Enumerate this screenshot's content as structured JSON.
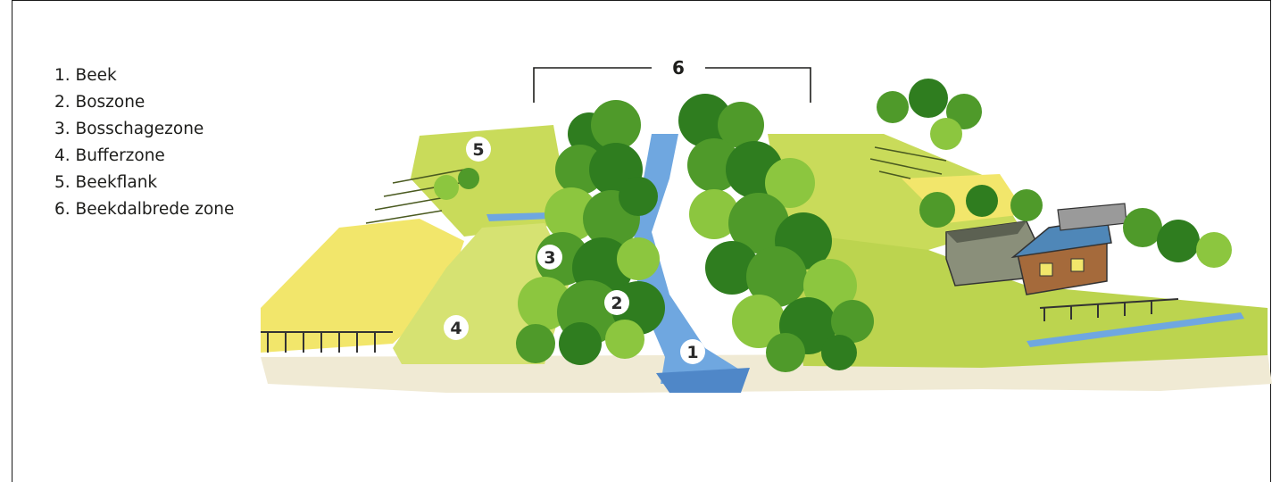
{
  "legend": [
    {
      "num": "1",
      "text": "1. Beek"
    },
    {
      "num": "2",
      "text": "2. Boszone"
    },
    {
      "num": "3",
      "text": "3. Bosschagezone"
    },
    {
      "num": "4",
      "text": "4. Bufferzone"
    },
    {
      "num": "5",
      "text": "5. Beekflank"
    },
    {
      "num": "6",
      "text": "6. Beekdalbrede zone"
    }
  ],
  "markers": [
    "1",
    "2",
    "3",
    "4",
    "5"
  ],
  "bracket_label": "6",
  "colors": {
    "grass_light": "#e6ea8c",
    "grass_mid": "#c9db5a",
    "grass_dark": "#7fb52c",
    "tree_dark": "#2f7d1f",
    "tree_mid": "#4f9a2a",
    "tree_light": "#8cc63f",
    "water": "#6fa7e0",
    "soil": "#f0ead4",
    "yellow_field": "#f2e66b"
  }
}
